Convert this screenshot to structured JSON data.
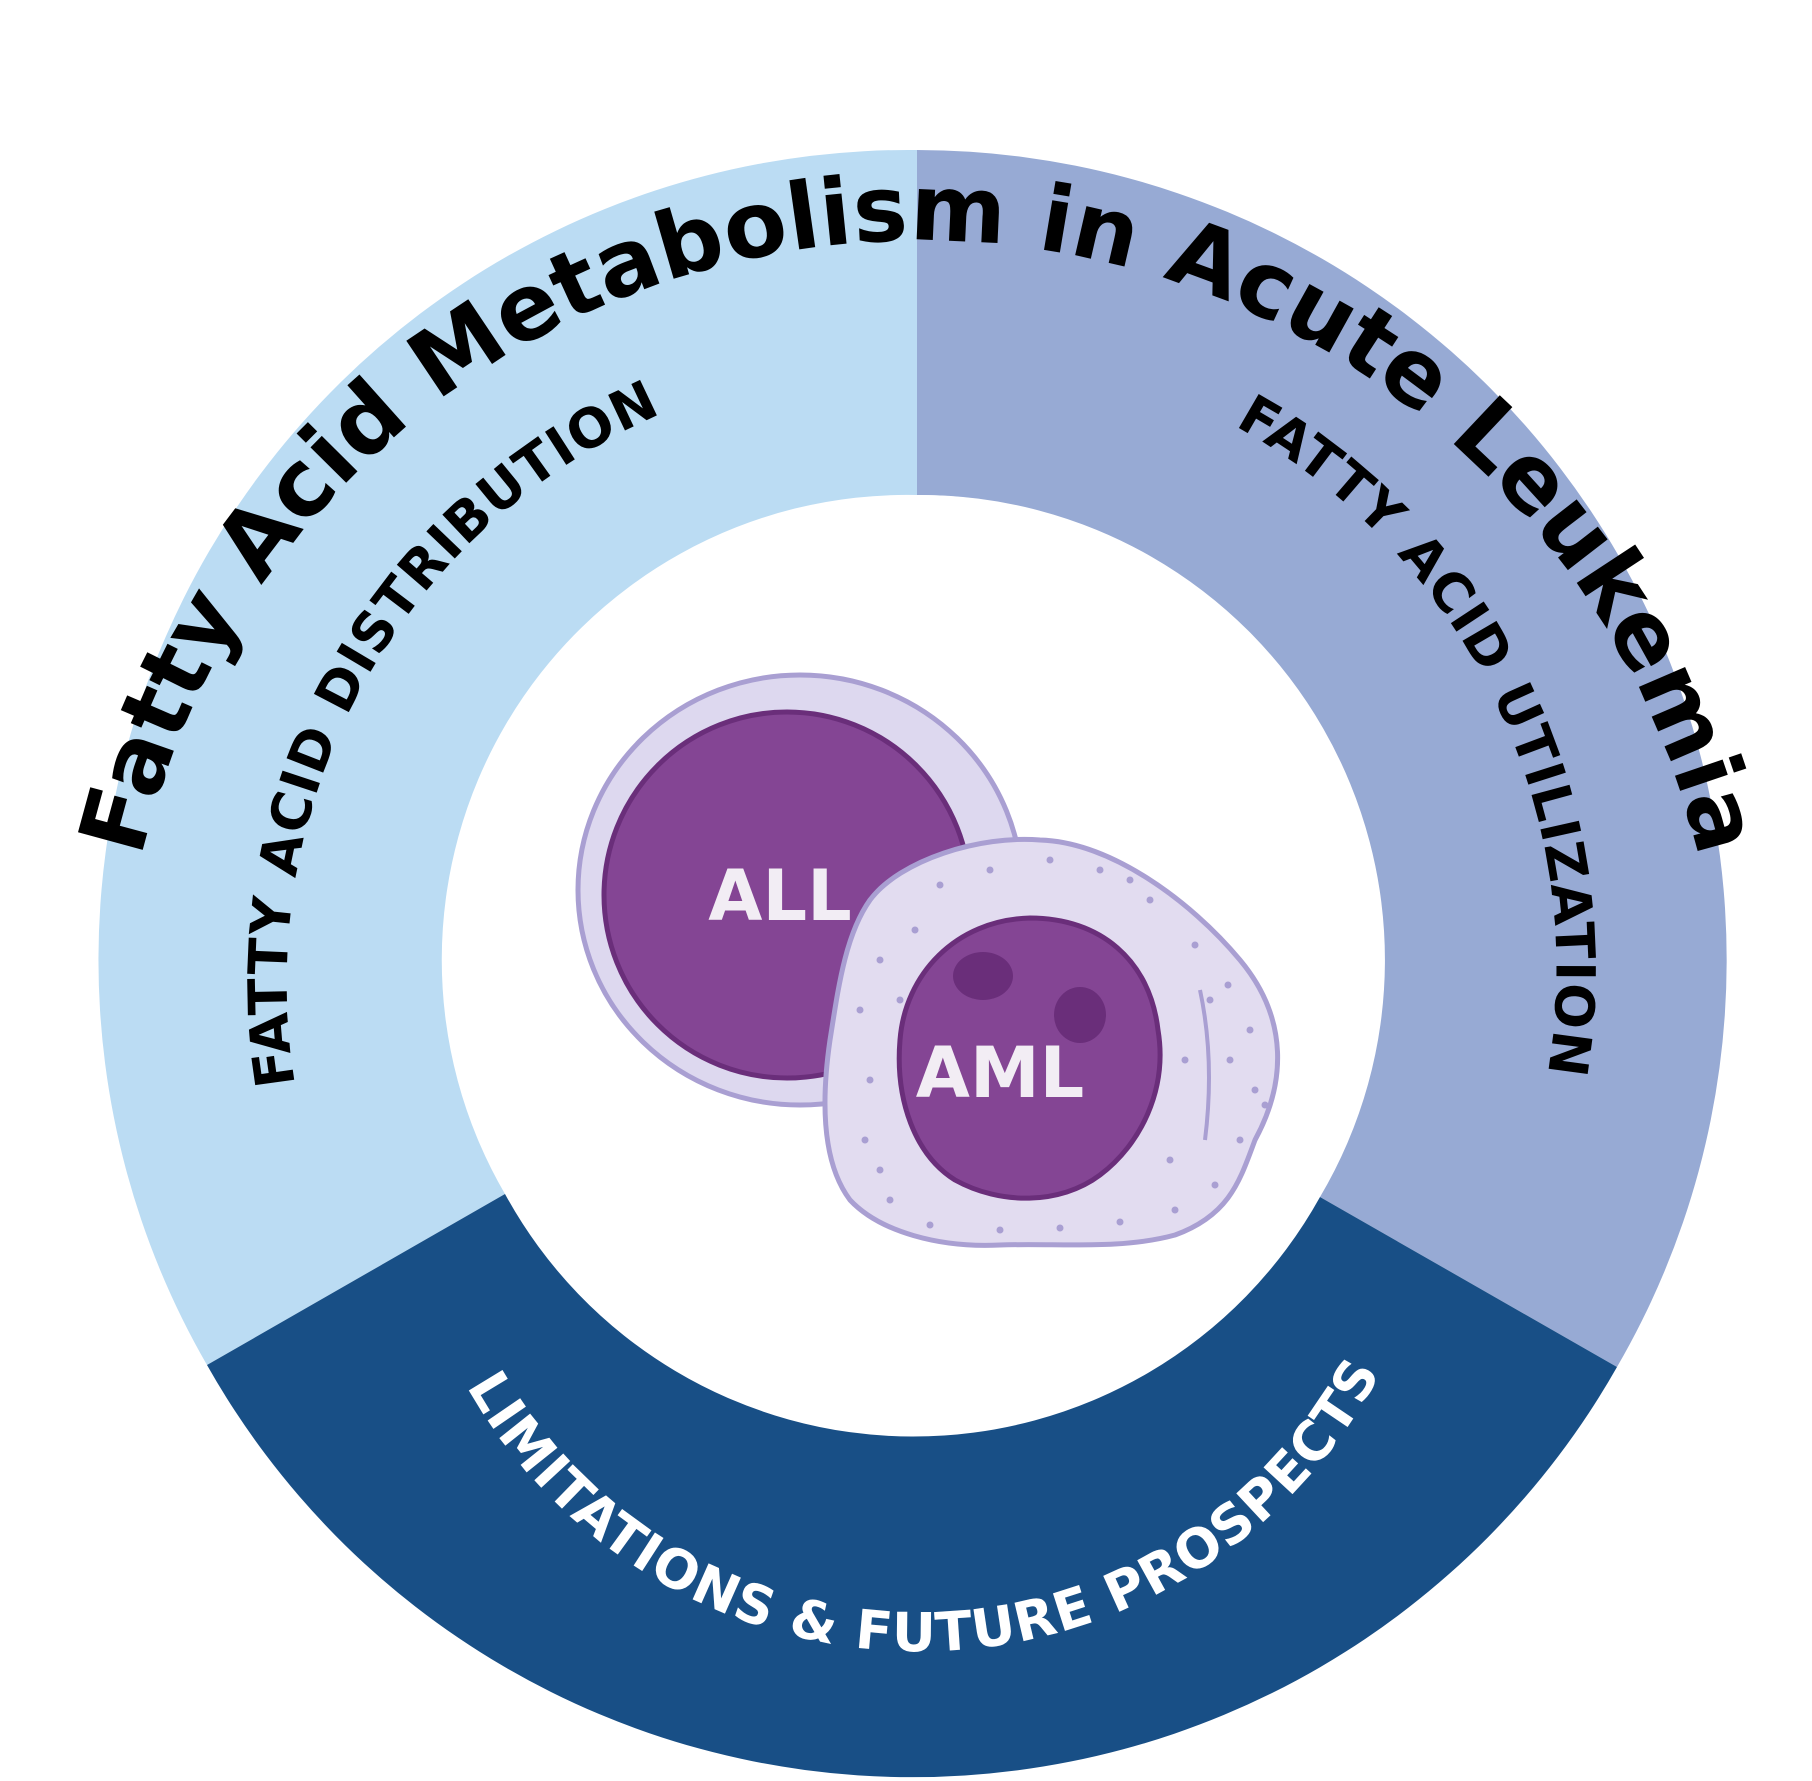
{
  "title": "Fatty Acid Metabolism in Acute Leukemia",
  "segments": {
    "distribution": {
      "label": "FATTY ACID DISTRIBUTION",
      "color": "#bbdcf3",
      "text_color": "#000000"
    },
    "utilization": {
      "label": "FATTY ACID UTILIZATION",
      "color": "#97aad4",
      "text_color": "#000000"
    },
    "prospects": {
      "label": "LIMITATIONS & FUTURE PROSPECTS",
      "color": "#184f86",
      "text_color": "#ffffff"
    }
  },
  "cells": {
    "all": {
      "label": "ALL",
      "nucleus_color": "#844594",
      "cytoplasm_color": "#ddd8ef"
    },
    "aml": {
      "label": "AML",
      "nucleus_color": "#844594",
      "cytoplasm_color": "#e2dcf0"
    }
  }
}
